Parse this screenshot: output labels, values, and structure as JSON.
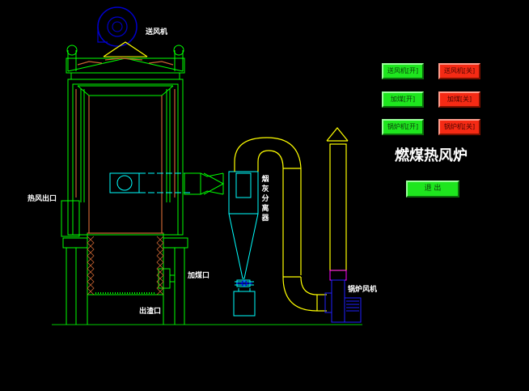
{
  "labels": {
    "blower": "送风机",
    "hot_air_outlet": "热风出口",
    "coal_inlet": "加煤口",
    "slag_outlet": "出渣口",
    "boiler_fan": "锅炉风机",
    "separator": "烟灰分离器"
  },
  "controls": {
    "blower_on": "送风机[开]",
    "blower_off": "送风机[关]",
    "coal_on": "加煤[开]",
    "coal_off": "加煤[关]",
    "boiler_on": "锅炉机[开]",
    "boiler_off": "锅炉机[关]"
  },
  "title": "燃煤热风炉",
  "exit_label": "退 出",
  "colors": {
    "structure": "#00ff00",
    "duct": "#ffff00",
    "separator": "#00ffff",
    "blower": "#0000cc",
    "button_on": "#1ee61e",
    "button_off": "#f52a14"
  },
  "icons": [
    "blower-fan-icon",
    "boiler-fan-icon"
  ]
}
